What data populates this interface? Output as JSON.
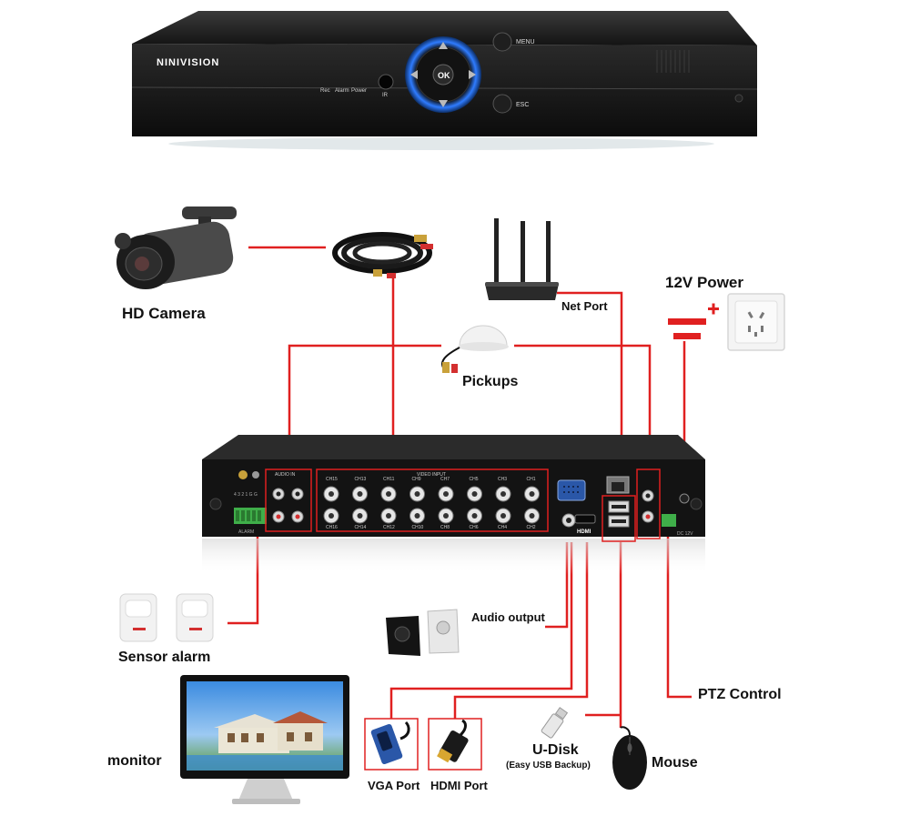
{
  "dvr_front": {
    "brand": "NINIVISION",
    "indicators": [
      "Rec",
      "Alarm",
      "Power"
    ],
    "ir_label": "IR",
    "ok_label": "OK",
    "menu_label": "MENU",
    "esc_label": "ESC"
  },
  "dvr_back": {
    "audio_in_label": "AUDIO IN",
    "video_input_label": "VIDEO INPUT",
    "channels_top": [
      "CH15",
      "CH13",
      "CH11",
      "CH9",
      "CH7",
      "CH5",
      "CH3",
      "CH1"
    ],
    "channels_bottom": [
      "CH16",
      "CH14",
      "CH12",
      "CH10",
      "CH8",
      "CH6",
      "CH4",
      "CH2"
    ],
    "alarm_label": "ALARM",
    "power_label": "DC 12V"
  },
  "labels": {
    "hd_camera": "HD Camera",
    "net_port": "Net Port",
    "power_12v": "12V Power",
    "pickups": "Pickups",
    "sensor_alarm": "Sensor alarm",
    "audio_output": "Audio output",
    "ptz_control": "PTZ Control",
    "monitor": "monitor",
    "vga_port": "VGA Port",
    "hdmi_port": "HDMI Port",
    "u_disk": "U-Disk",
    "u_disk_sub": "(Easy USB Backup)",
    "mouse": "Mouse"
  },
  "colors": {
    "wire": "#e02020",
    "device_dark": "#1c1c1c",
    "button_blue": "#2a6bd6",
    "highlight_box": "#e02020"
  },
  "icons": [
    "hd-camera-icon",
    "coax-cable-icon",
    "router-icon",
    "power-battery-icon",
    "wall-socket-icon",
    "microphone-pickup-icon",
    "pir-sensor-icon",
    "speaker-icon",
    "monitor-icon",
    "vga-connector-icon",
    "hdmi-connector-icon",
    "usb-flash-icon",
    "mouse-icon"
  ]
}
